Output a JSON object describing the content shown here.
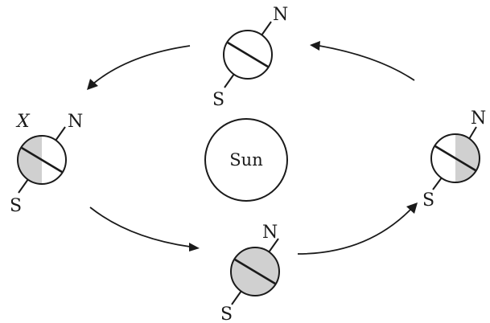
{
  "sun": {
    "label": "Sun"
  },
  "earths": [
    {
      "id": "top",
      "north_label": "N",
      "south_label": "S",
      "shading": "none"
    },
    {
      "id": "left",
      "north_label": "N",
      "south_label": "S",
      "extra_label": "X",
      "shading": "left-half"
    },
    {
      "id": "bottom",
      "north_label": "N",
      "south_label": "S",
      "shading": "full"
    },
    {
      "id": "right",
      "north_label": "N",
      "south_label": "S",
      "shading": "right-half"
    }
  ],
  "colors": {
    "shade": "#d0d0d0",
    "line": "#1a1a1a",
    "background": "#ffffff"
  },
  "orbit_direction": "counterclockwise"
}
